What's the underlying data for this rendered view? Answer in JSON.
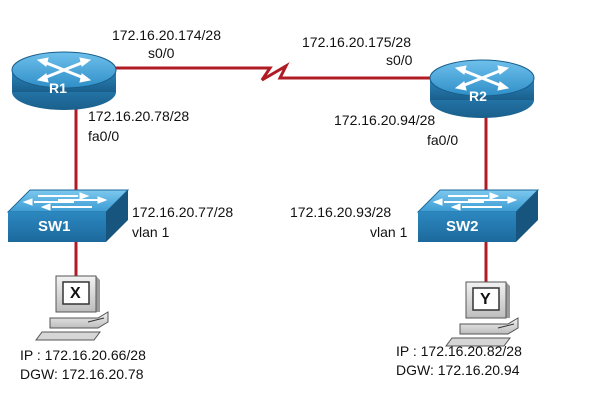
{
  "devices": {
    "r1": {
      "name": "R1"
    },
    "r2": {
      "name": "R2"
    },
    "sw1": {
      "name": "SW1"
    },
    "sw2": {
      "name": "SW2"
    },
    "pc_x": {
      "name": "X"
    },
    "pc_y": {
      "name": "Y"
    }
  },
  "labels": {
    "r1_serial_ip": "172.16.20.174/28",
    "r1_serial_if": "s0/0",
    "r2_serial_ip": "172.16.20.175/28",
    "r2_serial_if": "s0/0",
    "r1_fa_ip": "172.16.20.78/28",
    "r1_fa_if": "fa0/0",
    "r2_fa_ip": "172.16.20.94/28",
    "r2_fa_if": "fa0/0",
    "sw1_ip": "172.16.20.77/28",
    "sw1_vlan": "vlan 1",
    "sw2_ip": "172.16.20.93/28",
    "sw2_vlan": "vlan 1",
    "pc_x_ip": "IP : 172.16.20.66/28",
    "pc_x_dgw": "DGW: 172.16.20.78",
    "pc_y_ip": "IP : 172.16.20.82/28",
    "pc_y_dgw": "DGW: 172.16.20.94"
  },
  "colors": {
    "link": "#b01c24",
    "device_blue": "#2f8fc8",
    "device_dark": "#1f6fa0"
  }
}
